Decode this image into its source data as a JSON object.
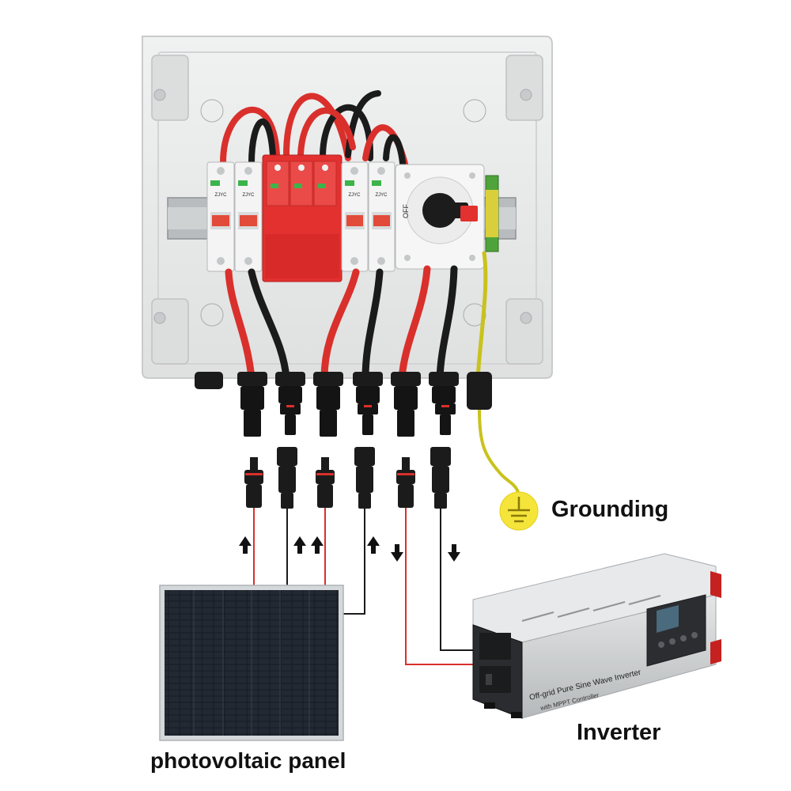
{
  "labels": {
    "grounding": "Grounding",
    "inverter": "Inverter",
    "panel": "photovoltaic panel"
  },
  "colors": {
    "enclosure": "#e9eaea",
    "enclosure_edge": "#c9cbcc",
    "spd_red": "#e2312f",
    "cable_red": "#d9302c",
    "cable_black": "#1b1b1b",
    "ground_wire": "#c9c21c",
    "ground_symbol": "#f5e53a",
    "panel_cell": "#1a1f26",
    "inverter_body": "#cfd2d4",
    "inverter_label_red": "#c62121"
  },
  "icons": {
    "arrow_up": "arrow-up-icon",
    "arrow_down": "arrow-down-icon",
    "ground": "ground-symbol-icon"
  },
  "component_text": {
    "breaker_brand": "ZJYC",
    "disconnect_off": "OFF",
    "inverter_line1": "Off-grid Pure Sine Wave Inverter",
    "inverter_line2": "with MPPT Controller"
  }
}
